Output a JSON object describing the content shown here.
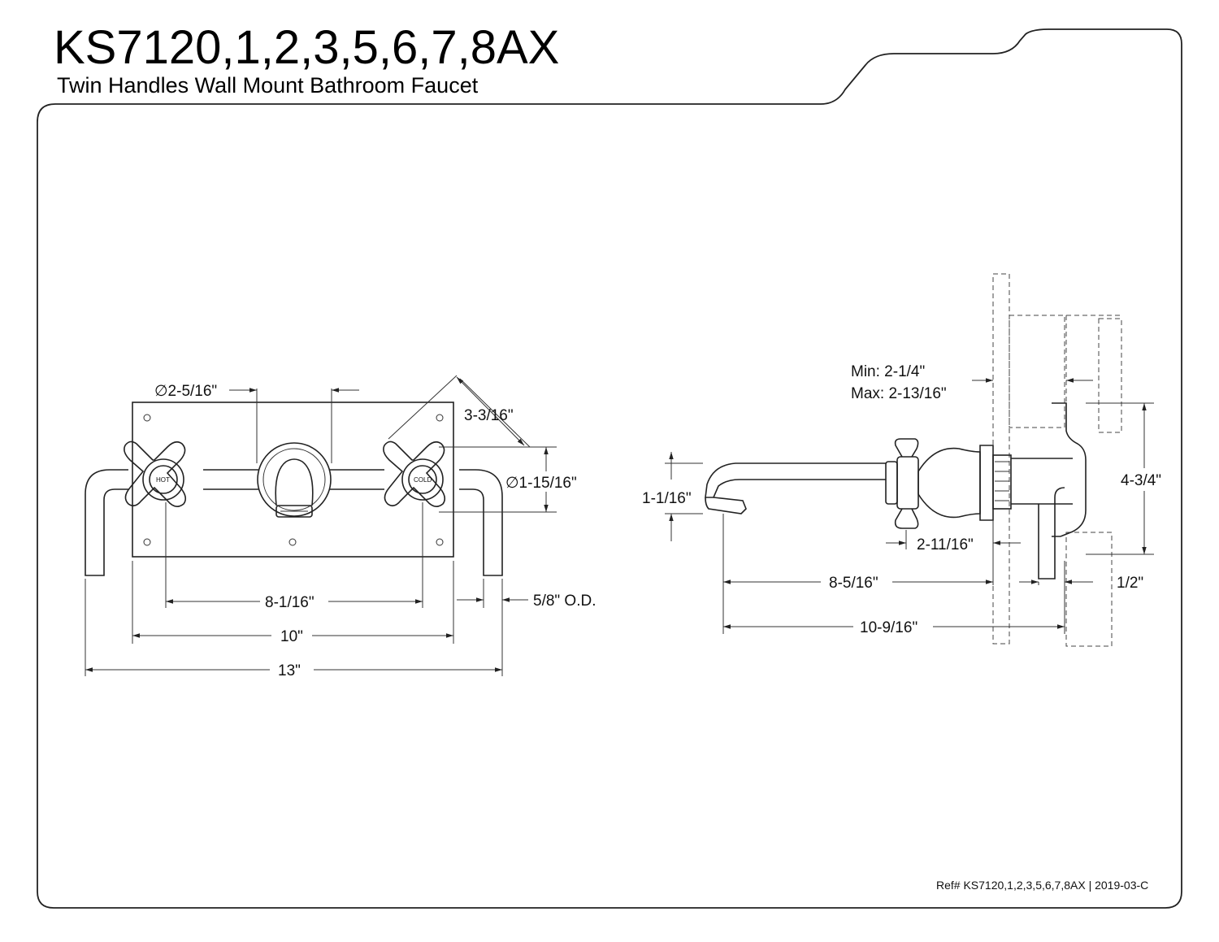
{
  "header": {
    "title": "KS7120,1,2,3,5,6,7,8AX",
    "subtitle": "Twin Handles Wall Mount Bathroom Faucet"
  },
  "front_view": {
    "hot_label": "HOT",
    "cold_label": "COLD",
    "dims": {
      "spout_diameter": "∅2-5/16\"",
      "handle_diagonal": "3-3/16\"",
      "handle_diameter": "∅1-15/16\"",
      "handle_spacing": "8-1/16\"",
      "tube_od": "5/8\" O.D.",
      "plate_width": "10\"",
      "overall_width": "13\""
    }
  },
  "side_view": {
    "dims": {
      "wall_min": "Min: 2-1/4\"",
      "wall_max": "Max: 2-13/16\"",
      "spout_height": "1-1/16\"",
      "handle_offset": "2-11/16\"",
      "spout_reach": "8-5/16\"",
      "overall_reach": "10-9/16\"",
      "valve_height": "4-3/4\"",
      "outlet": "1/2\""
    }
  },
  "footer": {
    "ref": "Ref# KS7120,1,2,3,5,6,7,8AX | 2019-03-C"
  }
}
